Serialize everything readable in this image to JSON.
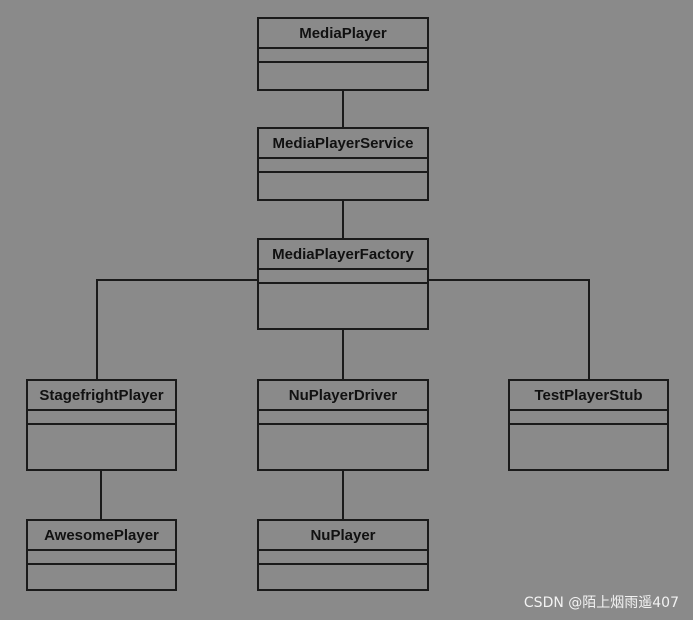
{
  "diagram": {
    "classes": [
      {
        "id": "mediaplayer",
        "name": "MediaPlayer"
      },
      {
        "id": "mediaplayerservice",
        "name": "MediaPlayerService"
      },
      {
        "id": "mediaplayerfactory",
        "name": "MediaPlayerFactory"
      },
      {
        "id": "stagefrightplayer",
        "name": "StagefrightPlayer"
      },
      {
        "id": "nuplayerdriver",
        "name": "NuPlayerDriver"
      },
      {
        "id": "testplayerstub",
        "name": "TestPlayerStub"
      },
      {
        "id": "awesomeplayer",
        "name": "AwesomePlayer"
      },
      {
        "id": "nuplayer",
        "name": "NuPlayer"
      }
    ],
    "connections": [
      {
        "from": "MediaPlayer",
        "to": "MediaPlayerService"
      },
      {
        "from": "MediaPlayerService",
        "to": "MediaPlayerFactory"
      },
      {
        "from": "MediaPlayerFactory",
        "to": "StagefrightPlayer"
      },
      {
        "from": "MediaPlayerFactory",
        "to": "NuPlayerDriver"
      },
      {
        "from": "MediaPlayerFactory",
        "to": "TestPlayerStub"
      },
      {
        "from": "StagefrightPlayer",
        "to": "AwesomePlayer"
      },
      {
        "from": "NuPlayerDriver",
        "to": "NuPlayer"
      }
    ]
  },
  "watermark": "CSDN @陌上烟雨遥407"
}
